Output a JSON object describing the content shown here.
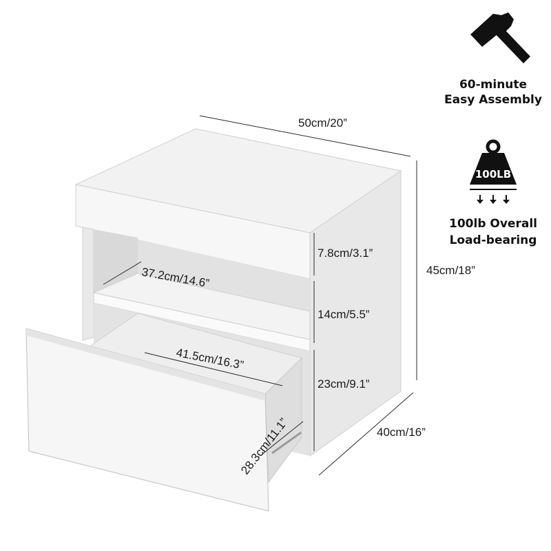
{
  "dimensions": {
    "width": "50cm/20”",
    "height": "45cm/18”",
    "depth": "40cm/16”",
    "top_panel": "7.8cm/3.1”",
    "open_shelf": "14cm/5.5”",
    "drawer_height": "23cm/9.1”",
    "shelf_depth": "37.2cm/14.6”",
    "drawer_width": "41.5cm/16.3”",
    "drawer_depth": "28.3cm/11.1”"
  },
  "features": {
    "assembly": {
      "icon": "hammer-icon",
      "line1": "60-minute",
      "line2": "Easy Assembly"
    },
    "load": {
      "icon": "weight-icon",
      "badge": "100LB",
      "line1": "100lb Overall",
      "line2": "Load-bearing"
    }
  },
  "colors": {
    "panel_light": "#f4f4f4",
    "panel_mid": "#e6e6e6",
    "panel_shade": "#d4d4d4",
    "icon": "#111111"
  }
}
